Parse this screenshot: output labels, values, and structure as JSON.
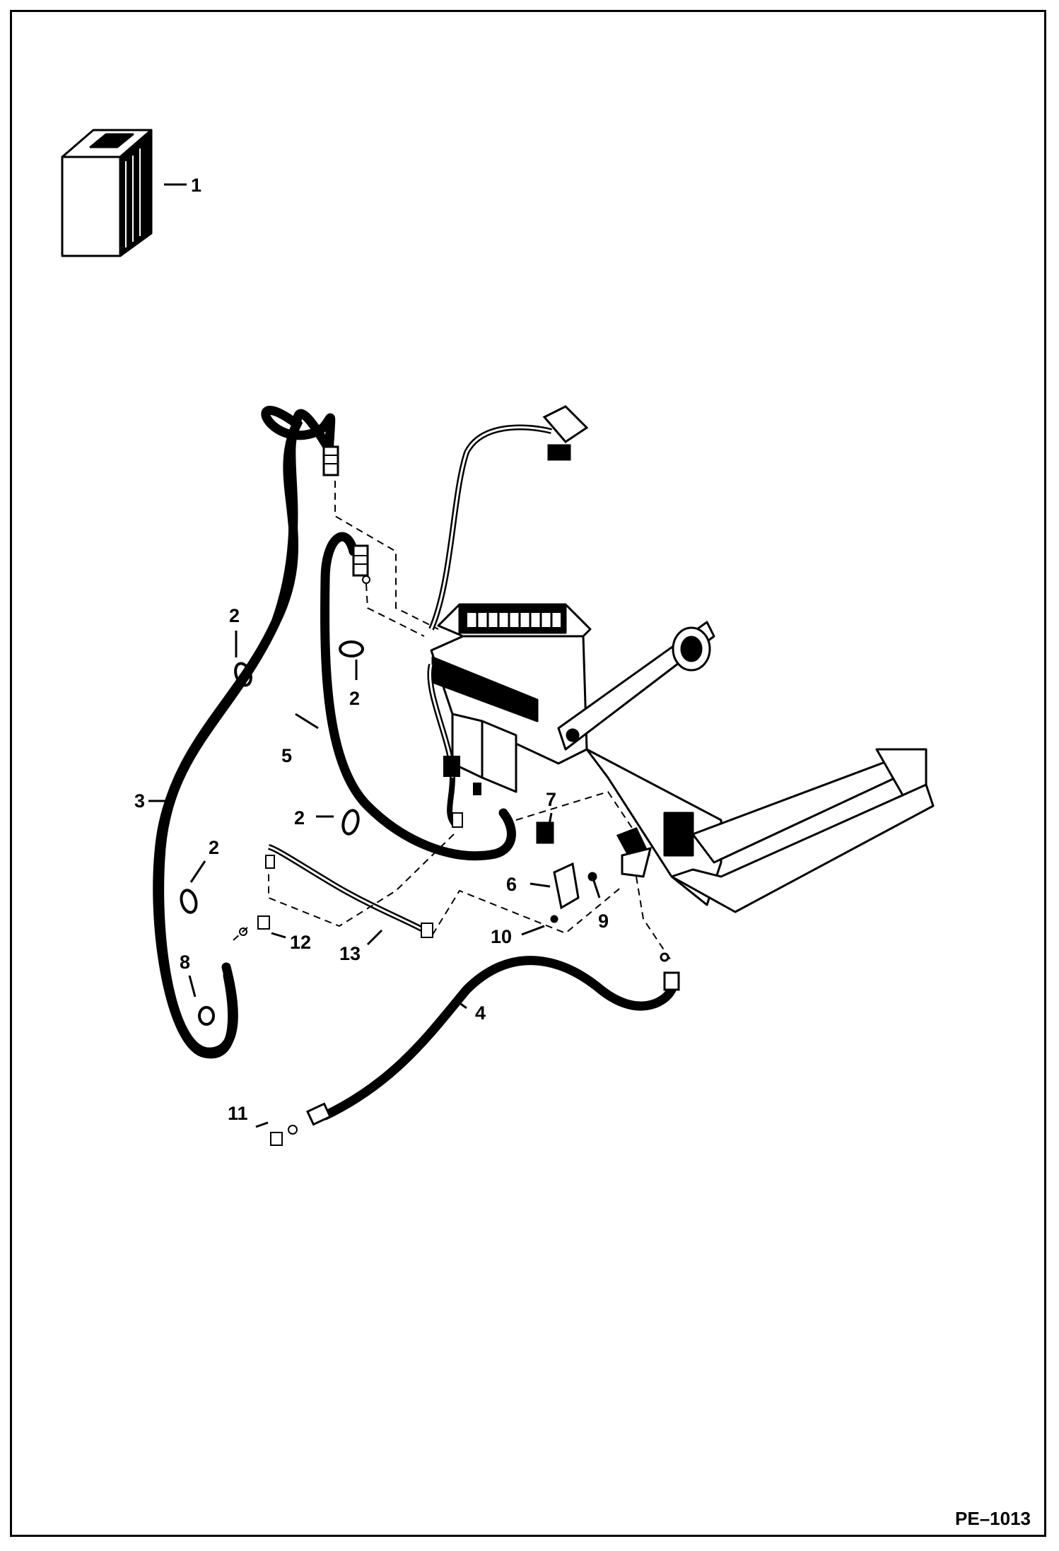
{
  "callouts": {
    "c1": "1",
    "c2a": "2",
    "c2b": "2",
    "c2c": "2",
    "c2d": "2",
    "c3": "3",
    "c4": "4",
    "c5": "5",
    "c6": "6",
    "c7": "7",
    "c8": "8",
    "c9": "9",
    "c10": "10",
    "c11": "11",
    "c12": "12",
    "c13": "13"
  },
  "drawing_number": "PE–1013"
}
